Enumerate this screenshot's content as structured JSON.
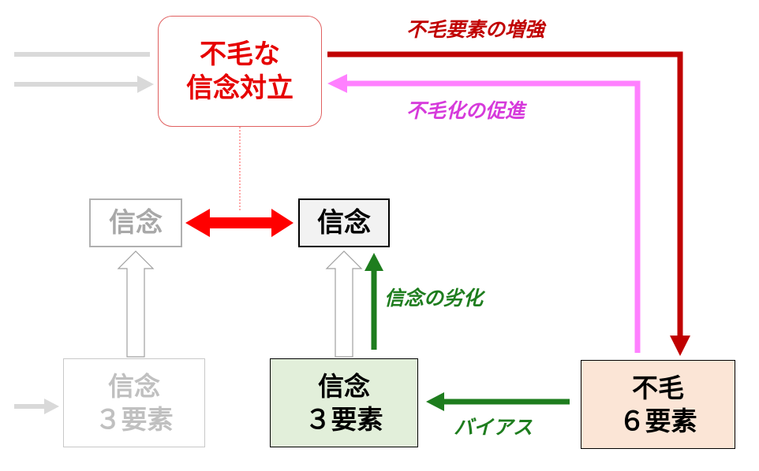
{
  "boxes": {
    "conflict": {
      "line1": "不毛な",
      "line2": "信念対立"
    },
    "belief_gray": {
      "text": "信念"
    },
    "belief_main": {
      "text": "信念"
    },
    "elements_gray": {
      "line1": "信念",
      "line2": "３要素"
    },
    "elements_main": {
      "line1": "信念",
      "line2": "３要素"
    },
    "barren": {
      "line1": "不毛",
      "line2": "６要素"
    }
  },
  "labels": {
    "strengthen": "不毛要素の増強",
    "promote": "不毛化の促進",
    "degrade": "信念の劣化",
    "bias": "バイアス"
  },
  "colors": {
    "dark_red": "#c00000",
    "red": "#ff0000",
    "pink": "#ff80ff",
    "green": "#1e7d1e",
    "light_gray": "#d9d9d9"
  }
}
